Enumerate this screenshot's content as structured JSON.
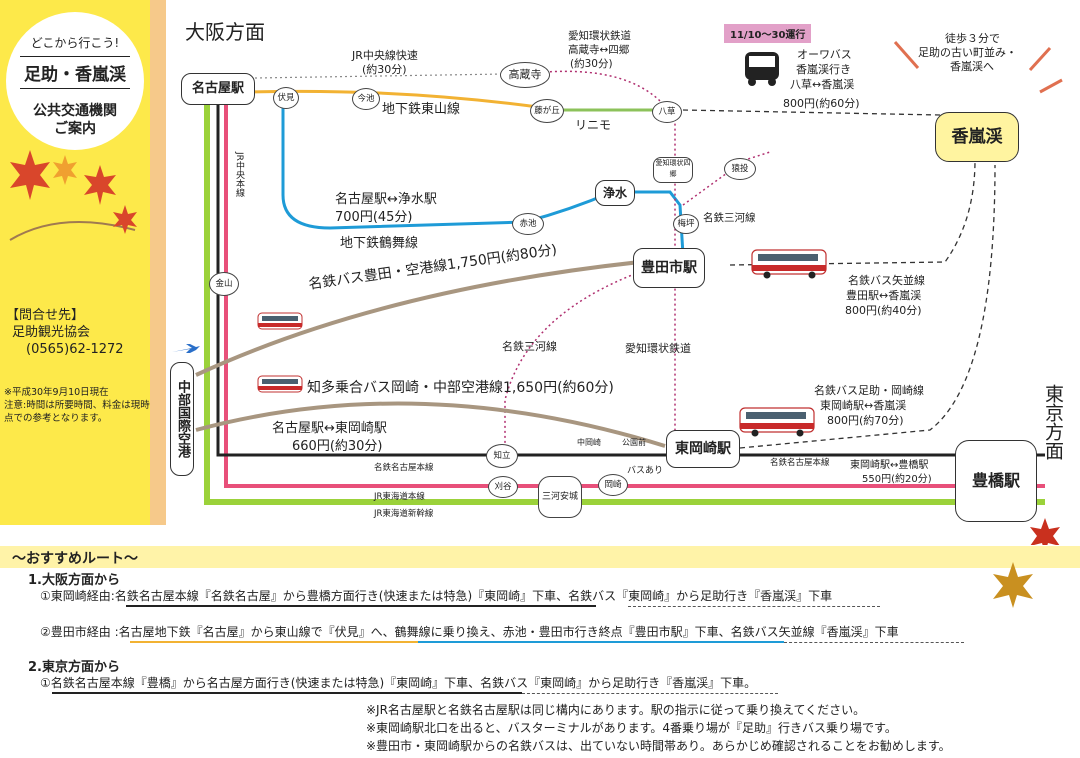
{
  "sidebar": {
    "subtitle": "どこから行こう!",
    "title": "足助・香嵐渓",
    "line1": "公共交通機関",
    "line2": "ご案内",
    "contact_head": "【問合せ先】",
    "contact_org": "足助観光協会",
    "contact_tel": "(0565)62-1272",
    "note1": "※平成30年9月10日現在",
    "note2": "注意:時間は所要時間、料金は現時点での参考となります。"
  },
  "map": {
    "osaka_dir": "大阪方面",
    "tokyo_dir": "東京方面",
    "stations": {
      "nagoya": "名古屋駅",
      "toyotashi": "豊田市駅",
      "higashiokazaki": "東岡崎駅",
      "toyohashi": "豊橋駅",
      "korankei": "香嵐渓",
      "chubu_airport": "中部国際空港",
      "josui": "浄水"
    },
    "small_stations": {
      "fushimi": "伏見",
      "imaike": "今池",
      "fujigaoka": "藤が丘",
      "yakusa": "八草",
      "kozoji": "高蔵寺",
      "akaike": "赤池",
      "sanage": "猿投",
      "umetsubo": "梅坪",
      "shinoyakusa": "愛知環状四郷",
      "kanayama": "金山",
      "chiryu": "知立",
      "kariya": "刈谷",
      "mikawaanjo": "三河安城",
      "okazaki": "岡崎",
      "nakaokazaki": "中岡崎",
      "koenmae": "公園前"
    },
    "labels": {
      "jr_chuo_rapid": "JR中央線快速",
      "jr_chuo_rapid_time": "(約30分)",
      "aikan_kozoji": "愛知環状鉄道",
      "aikan_kozoji_2": "高蔵寺↔四郷",
      "aikan_kozoji_time": "(約30分)",
      "higashiyama": "地下鉄東山線",
      "linimo": "リニモ",
      "jr_chuo_vertical": "JR中央本線",
      "nagoya_josui": "名古屋駅↔浄水駅",
      "nagoya_josui_fare": "700円(45分)",
      "tsurumai": "地下鉄鶴舞線",
      "meitetsu_mikawa_1": "名鉄三河線",
      "meitetsu_mikawa_2": "名鉄三河線",
      "aikan_2": "愛知環状鉄道",
      "airport_bus": "名鉄バス豊田・空港線1,750円(約80分)",
      "chita_bus": "知多乗合バス岡崎・中部空港線1,650円(約60分)",
      "nagoya_higashi": "名古屋駅↔東岡崎駅",
      "nagoya_higashi_fare": "660円(約30分)",
      "meitetsu_nagoya_line": "名鉄名古屋本線",
      "meitetsu_nagoya_line_2": "名鉄名古屋本線",
      "jr_tokaido": "JR東海道本線",
      "jr_shinkansen": "JR東海道新幹線",
      "bus_ari": "バスあり",
      "toyohashi_fare1": "東岡崎駅↔豊橋駅",
      "toyohashi_fare2": "550円(約20分)",
      "yanami_1": "名鉄バス矢並線",
      "yanami_2": "豊田駅↔香嵐渓",
      "yanami_3": "800円(約40分)",
      "asuke_1": "名鉄バス足助・岡崎線",
      "asuke_2": "東岡崎駅↔香嵐渓",
      "asuke_3": "800円(約70分)",
      "seasonal_badge": "11/10〜30運行",
      "owa_1": "オーワバス",
      "owa_2": "香嵐渓行き",
      "owa_3": "八草↔香嵐渓",
      "owa_4": "800円(約60分)",
      "walk_1": "徒歩３分で",
      "walk_2": "足助の古い町並み・",
      "walk_3": "香嵐渓へ"
    },
    "colors": {
      "higashiyama": "#f2b233",
      "linimo": "#8cc25a",
      "tsurumai": "#1e9bd7",
      "meitetsu": "#e8507a",
      "jr": "#9bd23a",
      "bus": "#a89680",
      "sidebar": "#fde94a"
    }
  },
  "routes": {
    "section_title": "〜おすすめルート〜",
    "osaka_head": "1.大阪方面から",
    "osaka_r1": "①東岡崎経由:名鉄名古屋本線『名鉄名古屋』から豊橋方面行き(快速または特急)『東岡崎』下車、名鉄バス『東岡崎』から足助行き『香嵐渓』下車",
    "osaka_r2": "②豊田市経由 :名古屋地下鉄『名古屋』から東山線で『伏見』へ、鶴舞線に乗り換え、赤池・豊田市行き終点『豊田市駅』下車、名鉄バス矢並線『香嵐渓』下車",
    "tokyo_head": "2.東京方面から",
    "tokyo_r1": "①名鉄名古屋本線『豊橋』から名古屋方面行き(快速または特急)『東岡崎』下車、名鉄バス『東岡崎』から足助行き『香嵐渓』下車。",
    "note_a": "※JR名古屋駅と名鉄名古屋駅は同じ構内にあります。駅の指示に従って乗り換えてください。",
    "note_b": "※東岡崎駅北口を出ると、バスターミナルがあります。4番乗り場が『足助』行きバス乗り場です。",
    "note_c": "※豊田市・東岡崎駅からの名鉄バスは、出ていない時間帯あり。あらかじめ確認されることをお勧めします。"
  }
}
